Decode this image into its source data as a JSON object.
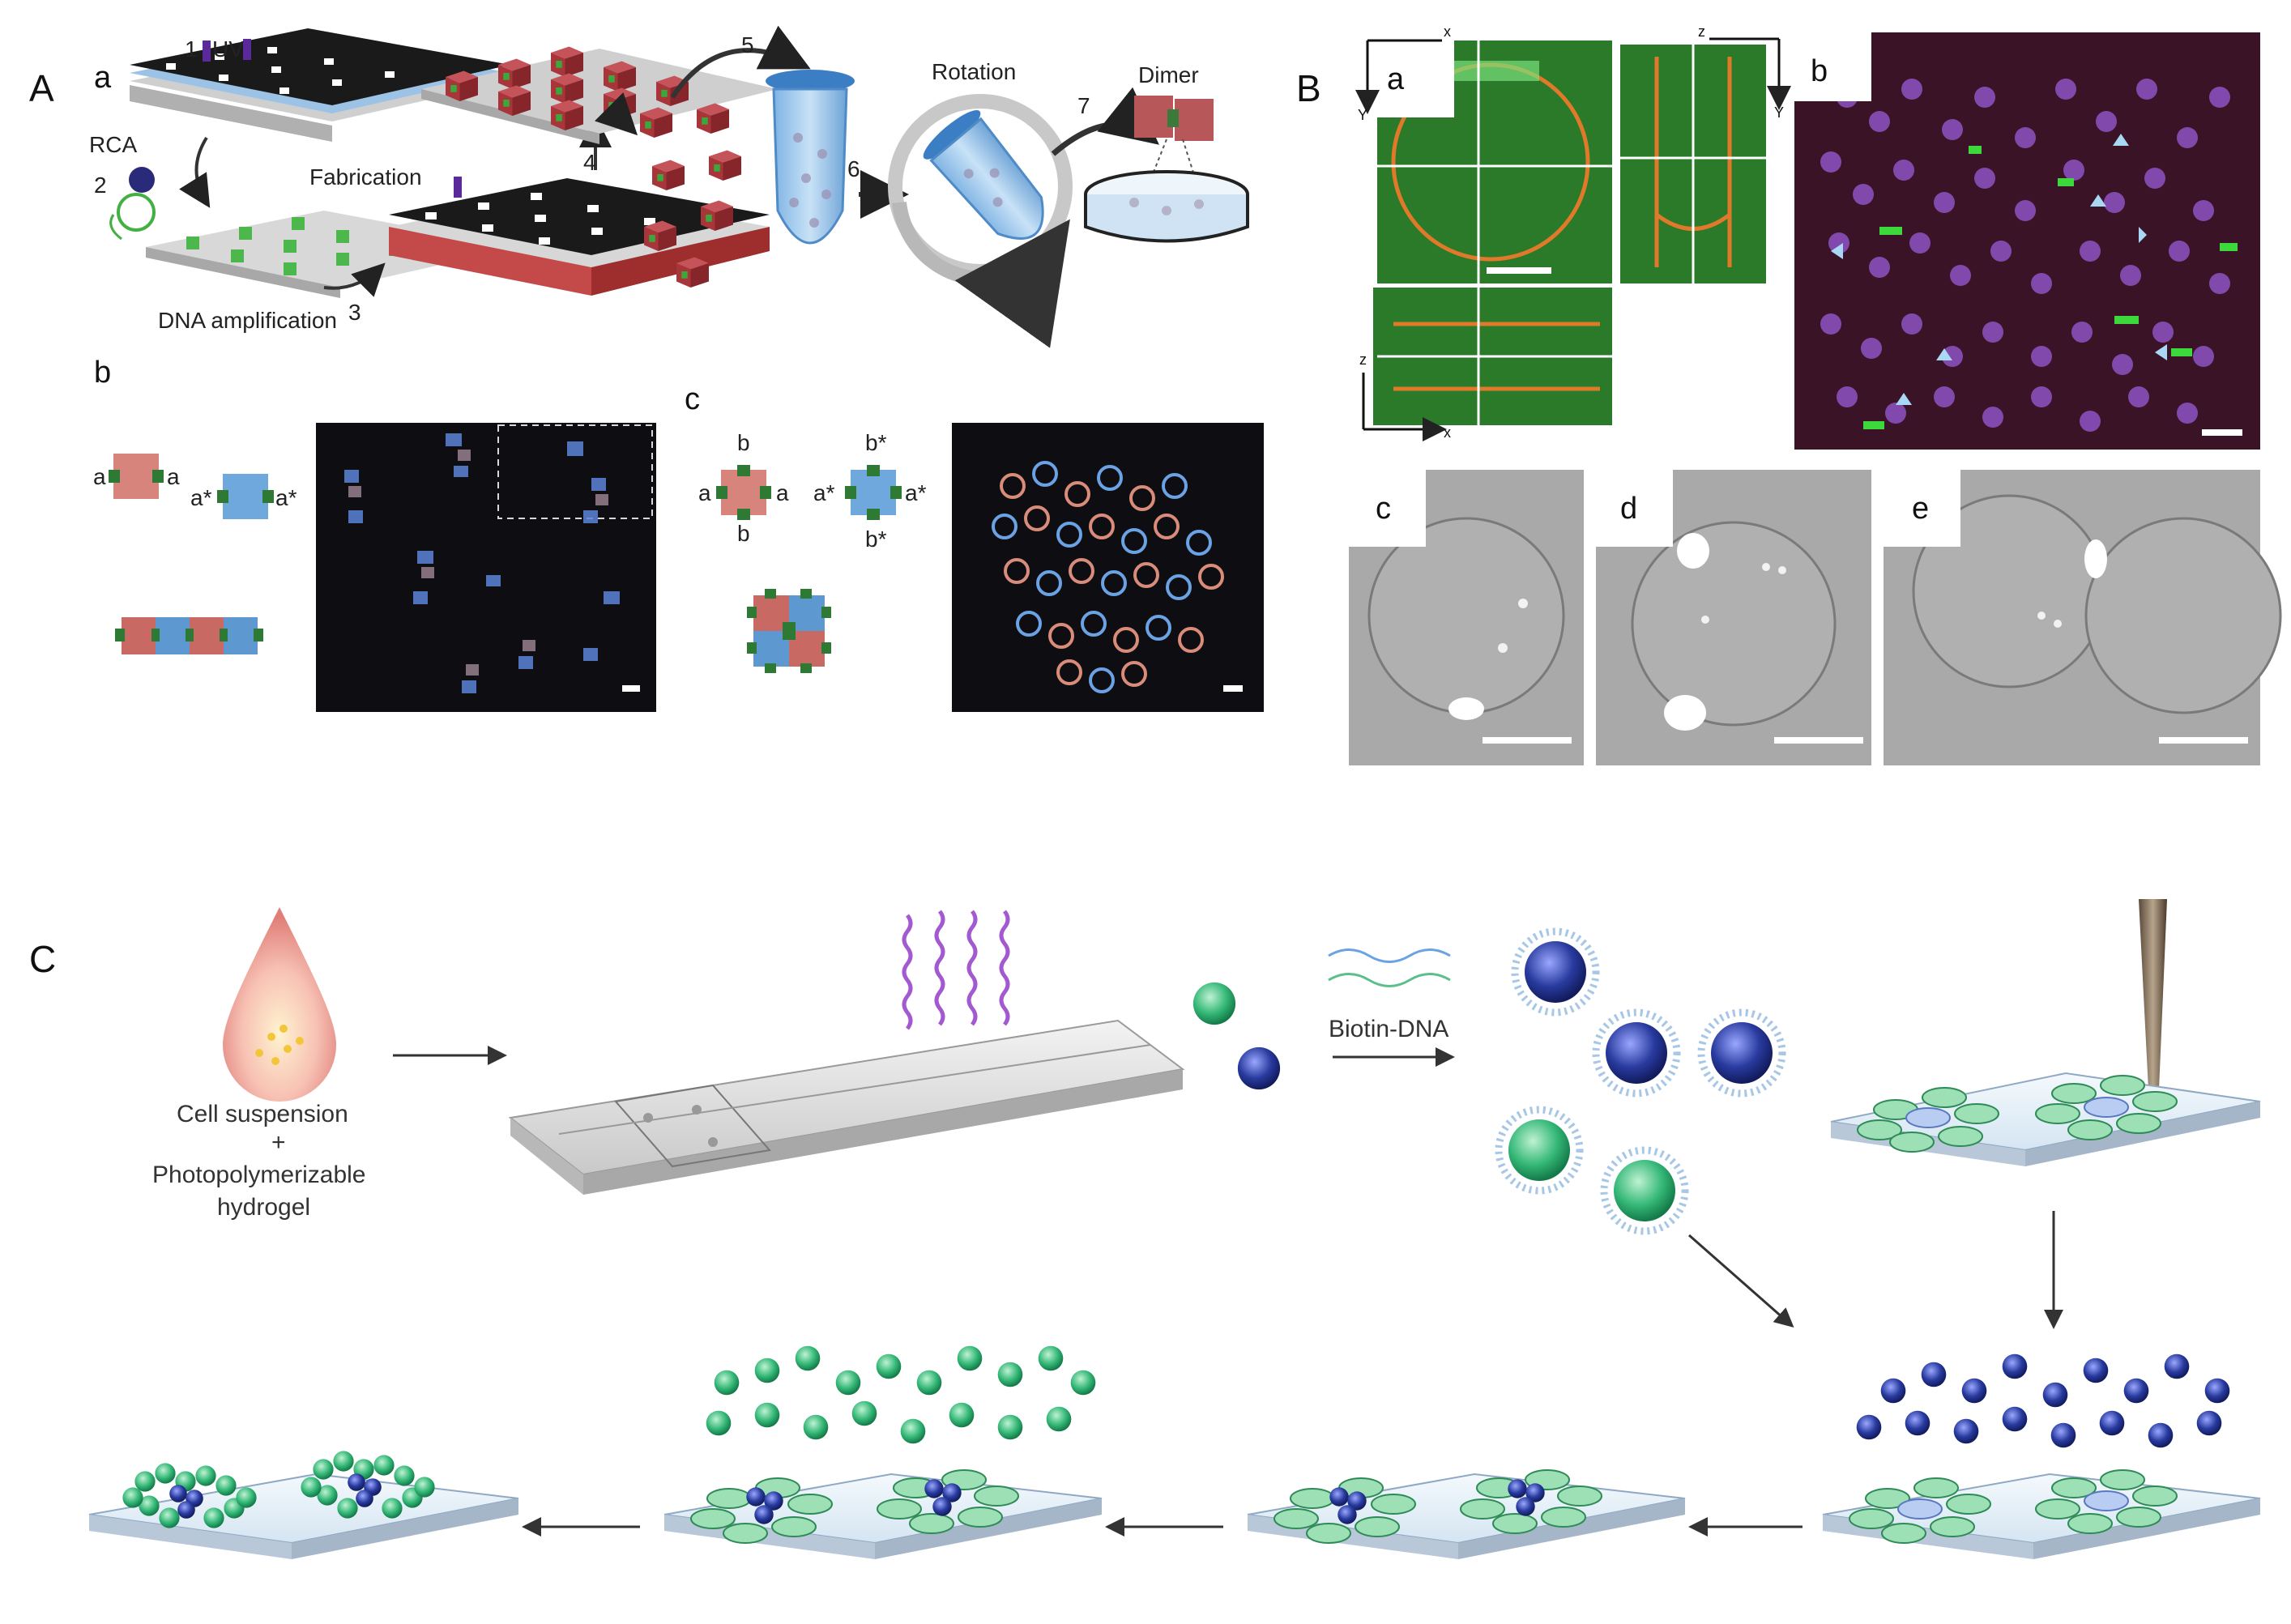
{
  "panels": {
    "A": {
      "label": "A",
      "sub_a": "a",
      "sub_b": "b",
      "sub_c": "c",
      "step1": "1",
      "uv": "UV",
      "rca": "RCA",
      "step2": "2",
      "step3": "3",
      "step4": "4",
      "step5": "5",
      "step6": "6",
      "step7": "7",
      "fabrication": "Fabrication",
      "dna_amplification": "DNA amplification",
      "rotation": "Rotation",
      "dimer": "Dimer",
      "b_a_left": "a",
      "b_a_right": "a",
      "b_astar_left": "a*",
      "b_astar_right": "a*",
      "c_b_top": "b",
      "c_b_bottom": "b",
      "c_a_left": "a",
      "c_a_right": "a",
      "c_bstar_top": "b*",
      "c_bstar_bottom": "b*",
      "c_astar_left": "a*",
      "c_astar_right": "a*"
    },
    "B": {
      "label": "B",
      "sub_a": "a",
      "sub_b": "b",
      "sub_c": "c",
      "sub_d": "d",
      "sub_e": "e",
      "axis_x": "x",
      "axis_y": "Y",
      "axis_z": "z"
    },
    "C": {
      "label": "C",
      "cell_suspension": "Cell suspension",
      "plus": "+",
      "photopolymerizable": "Photopolymerizable",
      "hydrogel": "hydrogel",
      "biotin_dna": "Biotin-DNA"
    }
  },
  "colors": {
    "mold_black": "#1a1a1a",
    "gel_blue": "#9cc3e6",
    "cube_red": "#a8353a",
    "dna_green": "#3a9a3a",
    "cell_green": "#33b37a",
    "cell_blue": "#2a3a9a",
    "fluor_green": "#2f8a2f",
    "membrane_orange": "#e07a2a"
  }
}
